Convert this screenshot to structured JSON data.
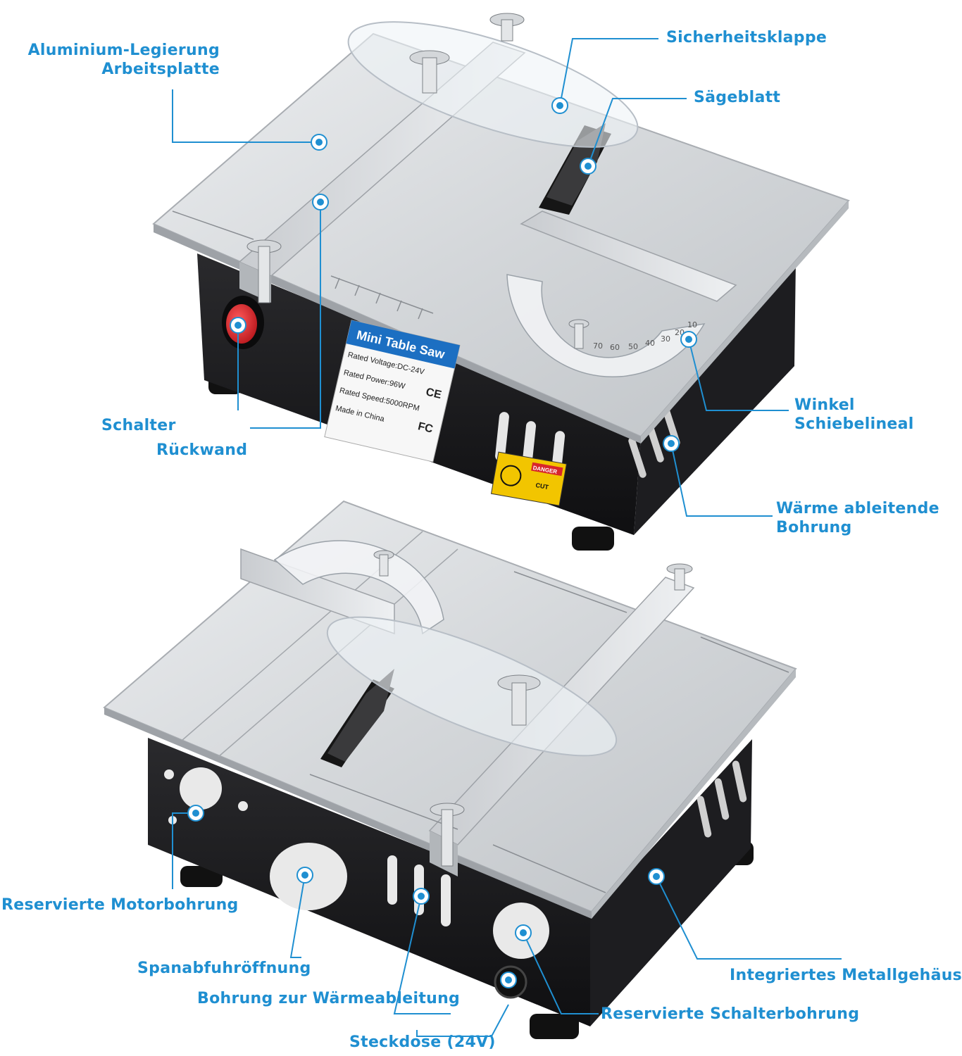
{
  "colors": {
    "accent": "#1f8fd1",
    "body": "#1b1b1d",
    "plate": "#d7d9dc",
    "switch": "#d8262b",
    "label_header": "#1c6fc2"
  },
  "top_labels": {
    "worktop": [
      "Aluminium-Legierung",
      "Arbeitsplatte"
    ],
    "guard": "Sicherheitsklappe",
    "blade": "Sägeblatt",
    "switch": "Schalter",
    "backwall": "Rückwand",
    "miter": [
      "Winkel",
      "Schiebelineal"
    ],
    "heat_vent": [
      "Wärme ableitende",
      "Bohrung"
    ]
  },
  "bottom_labels": {
    "motor_hole": "Reservierte Motorbohrung",
    "chip_outlet": "Spanabfuhröffnung",
    "heat_hole": "Bohrung zur Wärmeableitung",
    "socket": "Steckdose (24V)",
    "housing": "Integriertes Metallgehäuse",
    "switch_hole": "Reservierte Schalterbohrung"
  },
  "nameplate": {
    "title": "Mini Table Saw",
    "lines": [
      "Rated Voltage:DC-24V",
      "Rated Power:96W",
      "Rated Speed:5000RPM",
      "Made in China"
    ],
    "ce": "CE",
    "fcc": "FC"
  },
  "danger": {
    "title": "DANGER",
    "text": "CUT"
  },
  "protractor": {
    "numbers": [
      "70",
      "60",
      "50",
      "40",
      "30",
      "20",
      "10"
    ]
  },
  "icons": {
    "marker": "target-dot-icon",
    "wingnut": "wing-nut-icon"
  }
}
